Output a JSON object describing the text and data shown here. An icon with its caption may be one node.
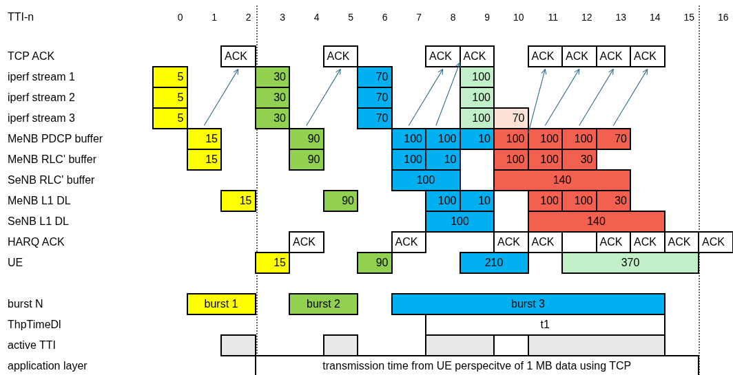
{
  "diagram": {
    "nodes": [
      {
        "text": [
          "ACK"
        ]
      },
      {
        "text": [
          "ACK"
        ]
      },
      {
        "text": [
          "ACK"
        ]
      },
      {
        "text": [
          "ACK"
        ]
      },
      {
        "text": [
          "ACK"
        ]
      },
      {
        "text": [
          "ACK"
        ]
      },
      {
        "text": [
          "ACK"
        ]
      },
      {
        "text": [
          "ACK"
        ]
      },
      {
        "text": [
          "5"
        ]
      },
      {
        "text": [
          "30"
        ]
      },
      {
        "text": [
          "70"
        ]
      },
      {
        "text": [
          "100"
        ]
      },
      {
        "text": [
          "5"
        ]
      },
      {
        "text": [
          "30"
        ]
      },
      {
        "text": [
          "70"
        ]
      },
      {
        "text": [
          "100"
        ]
      },
      {
        "text": [
          "5"
        ]
      },
      {
        "text": [
          "30"
        ]
      },
      {
        "text": [
          "70"
        ]
      },
      {
        "text": [
          "100"
        ]
      },
      {
        "text": [
          "70"
        ]
      },
      {
        "text": [
          "15"
        ]
      },
      {
        "text": [
          "90"
        ]
      },
      {
        "text": [
          "100"
        ]
      },
      {
        "text": [
          "100"
        ]
      },
      {
        "text": [
          "10"
        ]
      },
      {
        "text": [
          "100"
        ]
      },
      {
        "text": [
          "100"
        ]
      },
      {
        "text": [
          "100"
        ]
      },
      {
        "text": [
          "70"
        ]
      },
      {
        "text": [
          "15"
        ]
      },
      {
        "text": [
          "90"
        ]
      },
      {
        "text": [
          "100"
        ]
      },
      {
        "text": [
          "10"
        ]
      },
      {
        "text": [
          "100"
        ]
      },
      {
        "text": [
          "100"
        ]
      },
      {
        "text": [
          "30"
        ]
      },
      {
        "text": [
          "100"
        ]
      },
      {
        "text": [
          "140"
        ]
      },
      {
        "text": [
          "15"
        ]
      },
      {
        "text": [
          "90"
        ]
      },
      {
        "text": [
          "100"
        ]
      },
      {
        "text": [
          "10"
        ]
      },
      {
        "text": [
          "100"
        ]
      },
      {
        "text": [
          "100"
        ]
      },
      {
        "text": [
          "30"
        ]
      },
      {
        "text": [
          "100"
        ]
      },
      {
        "text": [
          "140"
        ]
      },
      {
        "text": [
          "ACK"
        ]
      },
      {
        "text": [
          "ACK"
        ]
      },
      {
        "text": [
          "ACK"
        ]
      },
      {
        "text": [
          "ACK"
        ]
      },
      {
        "text": [
          "ACK"
        ]
      },
      {
        "text": [
          "ACK"
        ]
      },
      {
        "text": [
          "ACK"
        ]
      },
      {
        "text": [
          "ACK"
        ]
      },
      {
        "text": [
          "15"
        ]
      },
      {
        "text": [
          "90"
        ]
      },
      {
        "text": [
          "210"
        ]
      },
      {
        "text": [
          "370"
        ]
      },
      {
        "text": [
          "burst 1"
        ]
      },
      {
        "text": [
          "burst 2"
        ]
      },
      {
        "text": [
          "burst 3"
        ]
      },
      {
        "text": [
          "t1"
        ]
      },
      {
        "text": [],
        "shape": "box"
      },
      {
        "text": [],
        "shape": "box"
      },
      {
        "text": [],
        "shape": "box"
      },
      {
        "text": [],
        "shape": "box"
      },
      {
        "text": [
          "transmission time from UE perspecitve of 1 MB data using TCP"
        ]
      }
    ],
    "edges": [
      {
        "from": 21,
        "to": 0,
        "arrow": "to"
      },
      {
        "from": 22,
        "to": 1,
        "arrow": "to"
      },
      {
        "from": 23,
        "to": 2,
        "arrow": "to"
      },
      {
        "from": 24,
        "to": 3,
        "arrow": "to"
      },
      {
        "from": 26,
        "to": 4,
        "arrow": "to"
      },
      {
        "from": 27,
        "to": 5,
        "arrow": "to"
      },
      {
        "from": 28,
        "to": 6,
        "arrow": "to"
      },
      {
        "from": 29,
        "to": 7,
        "arrow": "to"
      }
    ],
    "labels": [
      "TTI-n",
      "0",
      "1",
      "2",
      "3",
      "4",
      "5",
      "6",
      "7",
      "8",
      "9",
      "10",
      "11",
      "12",
      "13",
      "14",
      "15",
      "16",
      "TCP ACK",
      "iperf stream 1",
      "iperf stream 2",
      "iperf stream 3",
      "MeNB PDCP buffer",
      "MeNB RLC' buffer",
      "SeNB RLC' buffer",
      "MeNB L1 DL",
      "SeNB L1 DL",
      "HARQ ACK",
      "UE",
      "burst N",
      "ThpTimeDl",
      "active TTI",
      "application layer"
    ]
  }
}
